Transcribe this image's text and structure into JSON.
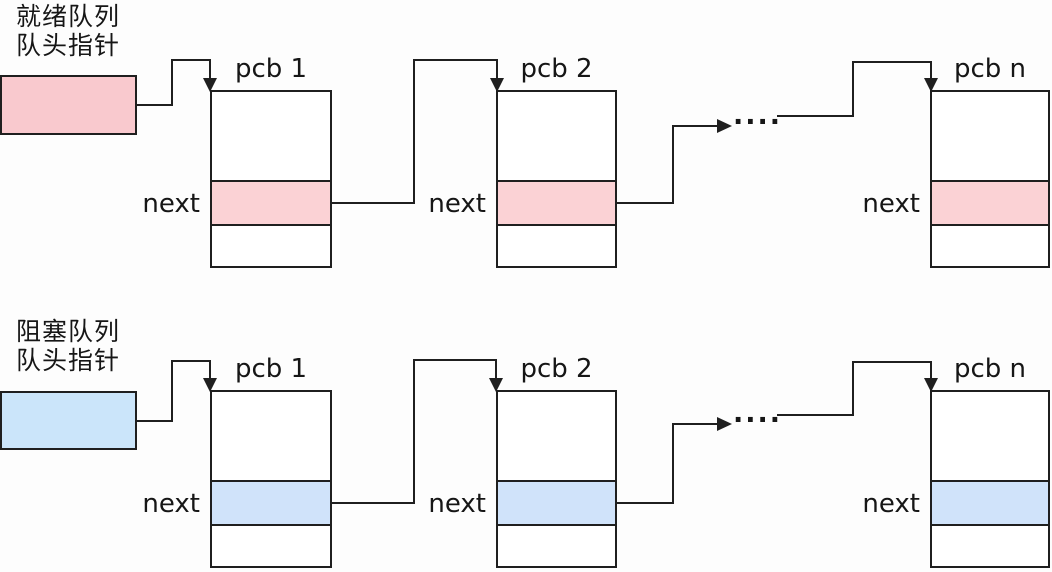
{
  "colors": {
    "background": "#fdfdfd",
    "line": "#1f1f1f",
    "box_border": "#1f1f1f",
    "ready_pointer_fill": "#f9c9ce",
    "ready_next_fill": "#fbd2d5",
    "blocked_pointer_fill": "#cbe5fa",
    "blocked_next_fill": "#d0e3fa"
  },
  "queues": [
    {
      "id": "ready",
      "title_line1": "就绪队列",
      "title_line2": "队头指针",
      "ellipsis": "....",
      "nodes": [
        {
          "label": "pcb 1",
          "next_label": "next"
        },
        {
          "label": "pcb 2",
          "next_label": "next"
        },
        {
          "label": "pcb n",
          "next_label": "next"
        }
      ]
    },
    {
      "id": "blocked",
      "title_line1": "阻塞队列",
      "title_line2": "队头指针",
      "ellipsis": "....",
      "nodes": [
        {
          "label": "pcb 1",
          "next_label": "next"
        },
        {
          "label": "pcb 2",
          "next_label": "next"
        },
        {
          "label": "pcb n",
          "next_label": "next"
        }
      ]
    }
  ]
}
